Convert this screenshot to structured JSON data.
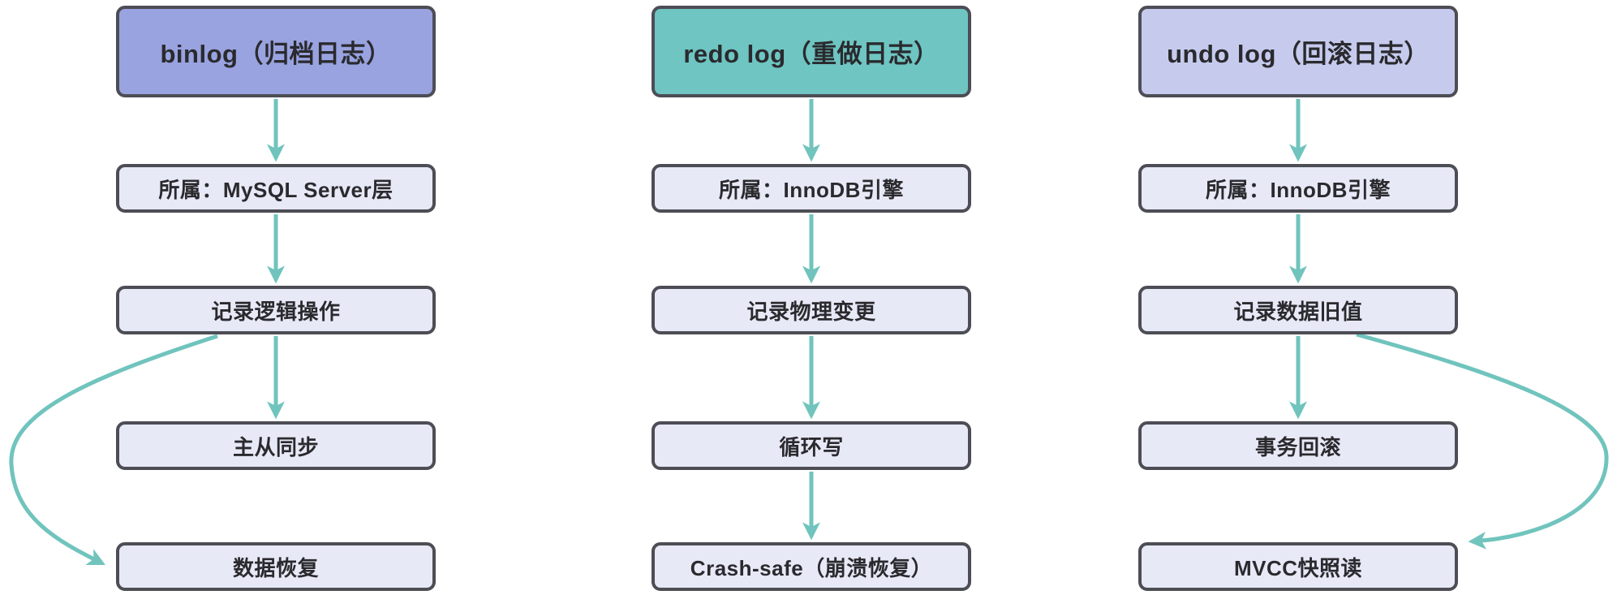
{
  "diagram": {
    "type": "flowchart",
    "topic": "MySQL logs comparison: binlog vs redo log vs undo log",
    "colors": {
      "binlog_header_bg": "#99a3e0",
      "redolog_header_bg": "#6ec5c2",
      "undolog_header_bg": "#c6cbee",
      "node_bg": "#e8e9f7",
      "node_border": "#4d4d55",
      "arrow": "#70c4bd",
      "text": "#2a2a2e",
      "background": "#ffffff"
    },
    "columns": [
      {
        "id": "binlog",
        "header": {
          "label": "binlog（归档日志）",
          "bg": "#99a3e0"
        },
        "nodes": [
          {
            "label": "所属：MySQL Server层"
          },
          {
            "label": "记录逻辑操作"
          },
          {
            "label": "主从同步"
          },
          {
            "label": "数据恢复"
          }
        ]
      },
      {
        "id": "redolog",
        "header": {
          "label": "redo log（重做日志）",
          "bg": "#6ec5c2"
        },
        "nodes": [
          {
            "label": "所属：InnoDB引擎"
          },
          {
            "label": "记录物理变更"
          },
          {
            "label": "循环写"
          },
          {
            "label": "Crash-safe（崩溃恢复）"
          }
        ]
      },
      {
        "id": "undolog",
        "header": {
          "label": "undo log（回滚日志）",
          "bg": "#c6cbee"
        },
        "nodes": [
          {
            "label": "所属：InnoDB引擎"
          },
          {
            "label": "记录数据旧值"
          },
          {
            "label": "事务回滚"
          },
          {
            "label": "MVCC快照读"
          }
        ]
      }
    ],
    "edges": [
      {
        "from": "binlog（归档日志）",
        "to": "所属：MySQL Server层",
        "style": "straight"
      },
      {
        "from": "所属：MySQL Server层",
        "to": "记录逻辑操作",
        "style": "straight"
      },
      {
        "from": "记录逻辑操作",
        "to": "主从同步",
        "style": "straight"
      },
      {
        "from": "记录逻辑操作",
        "to": "数据恢复",
        "style": "curved-left"
      },
      {
        "from": "redo log（重做日志）",
        "to": "所属：InnoDB引擎",
        "style": "straight"
      },
      {
        "from": "所属：InnoDB引擎",
        "to": "记录物理变更",
        "style": "straight"
      },
      {
        "from": "记录物理变更",
        "to": "循环写",
        "style": "straight"
      },
      {
        "from": "循环写",
        "to": "Crash-safe（崩溃恢复）",
        "style": "straight"
      },
      {
        "from": "undo log（回滚日志）",
        "to": "所属：InnoDB引擎",
        "style": "straight"
      },
      {
        "from": "所属：InnoDB引擎",
        "to": "记录数据旧值",
        "style": "straight"
      },
      {
        "from": "记录数据旧值",
        "to": "事务回滚",
        "style": "straight"
      },
      {
        "from": "记录数据旧值",
        "to": "MVCC快照读",
        "style": "curved-right"
      }
    ]
  }
}
